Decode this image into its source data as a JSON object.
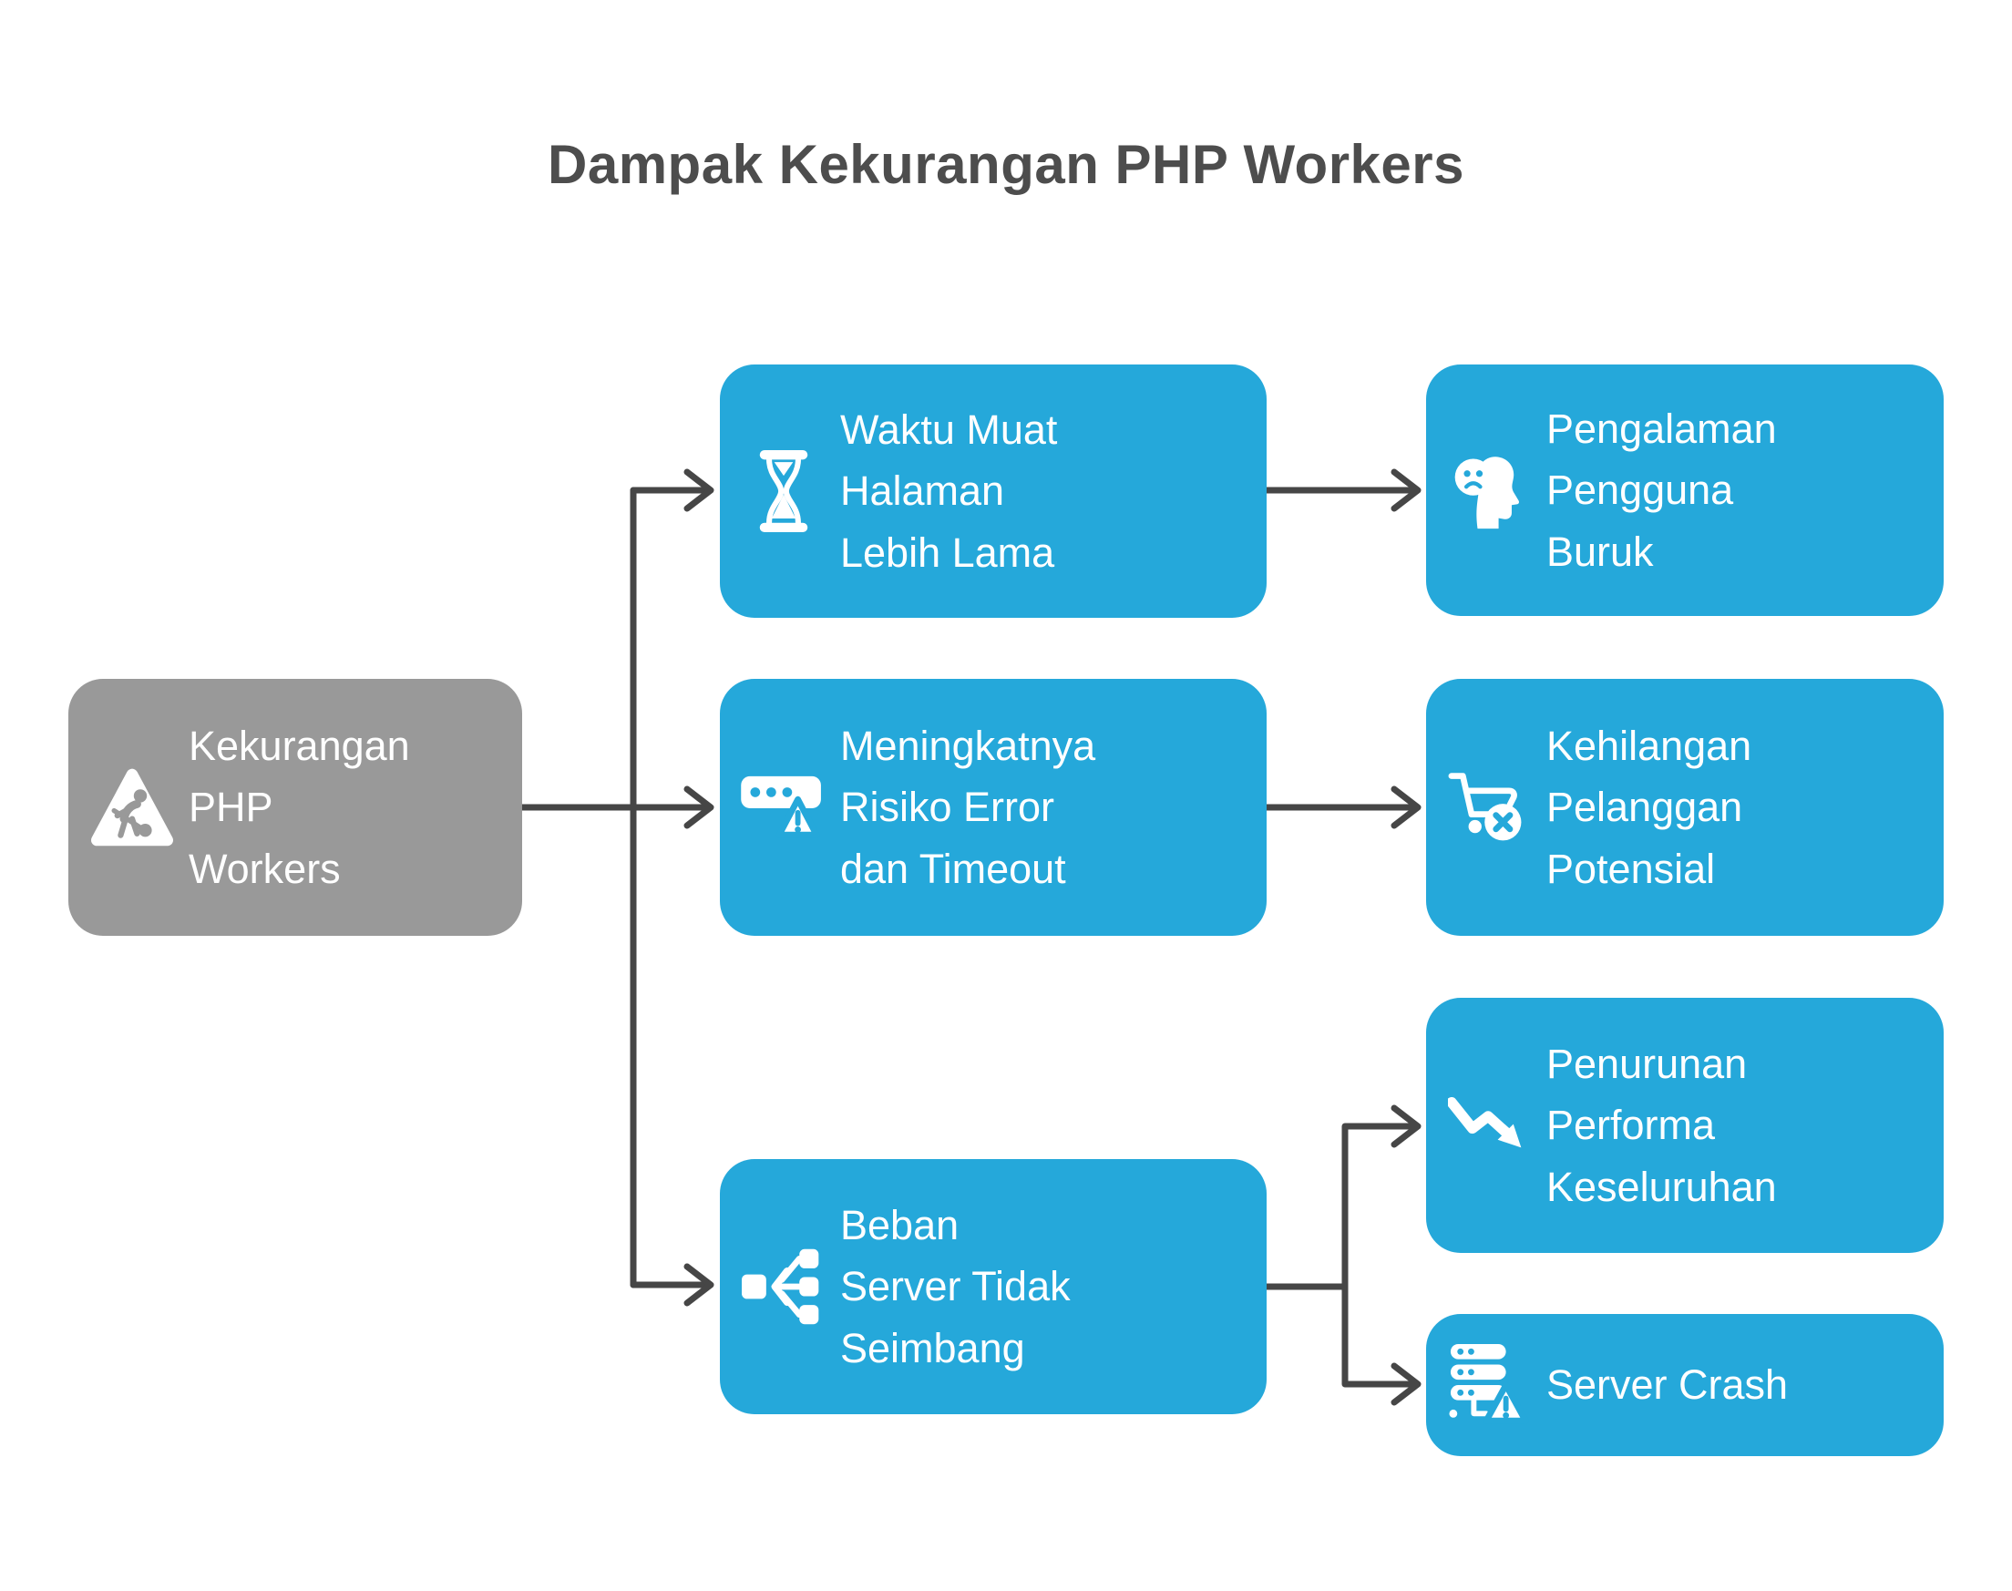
{
  "title": "Dampak Kekurangan PHP Workers",
  "colors": {
    "node_blue": "#25A8DA",
    "node_gray": "#999999",
    "connector": "#464646",
    "title_text": "#4D4D4D",
    "node_text": "#FFFFFF"
  },
  "nodes": {
    "root": {
      "label": "Kekurangan\nPHP\nWorkers",
      "icon": "construction-warning-icon"
    },
    "load_time": {
      "label": "Waktu Muat\nHalaman\nLebih Lama",
      "icon": "hourglass-icon"
    },
    "error_risk": {
      "label": "Meningkatnya\nRisiko Error\ndan Timeout",
      "icon": "error-alert-icon"
    },
    "server_load": {
      "label": "Beban\nServer Tidak\nSeimbang",
      "icon": "load-balancer-icon"
    },
    "bad_ux": {
      "label": "Pengalaman\nPengguna\nBuruk",
      "icon": "sad-user-icon"
    },
    "lost_customers": {
      "label": "Kehilangan\nPelanggan\nPotensial",
      "icon": "cart-remove-icon"
    },
    "performance_drop": {
      "label": "Penurunan\nPerforma\nKeseluruhan",
      "icon": "trend-down-icon"
    },
    "server_crash": {
      "label": "Server Crash",
      "icon": "server-warning-icon"
    }
  }
}
